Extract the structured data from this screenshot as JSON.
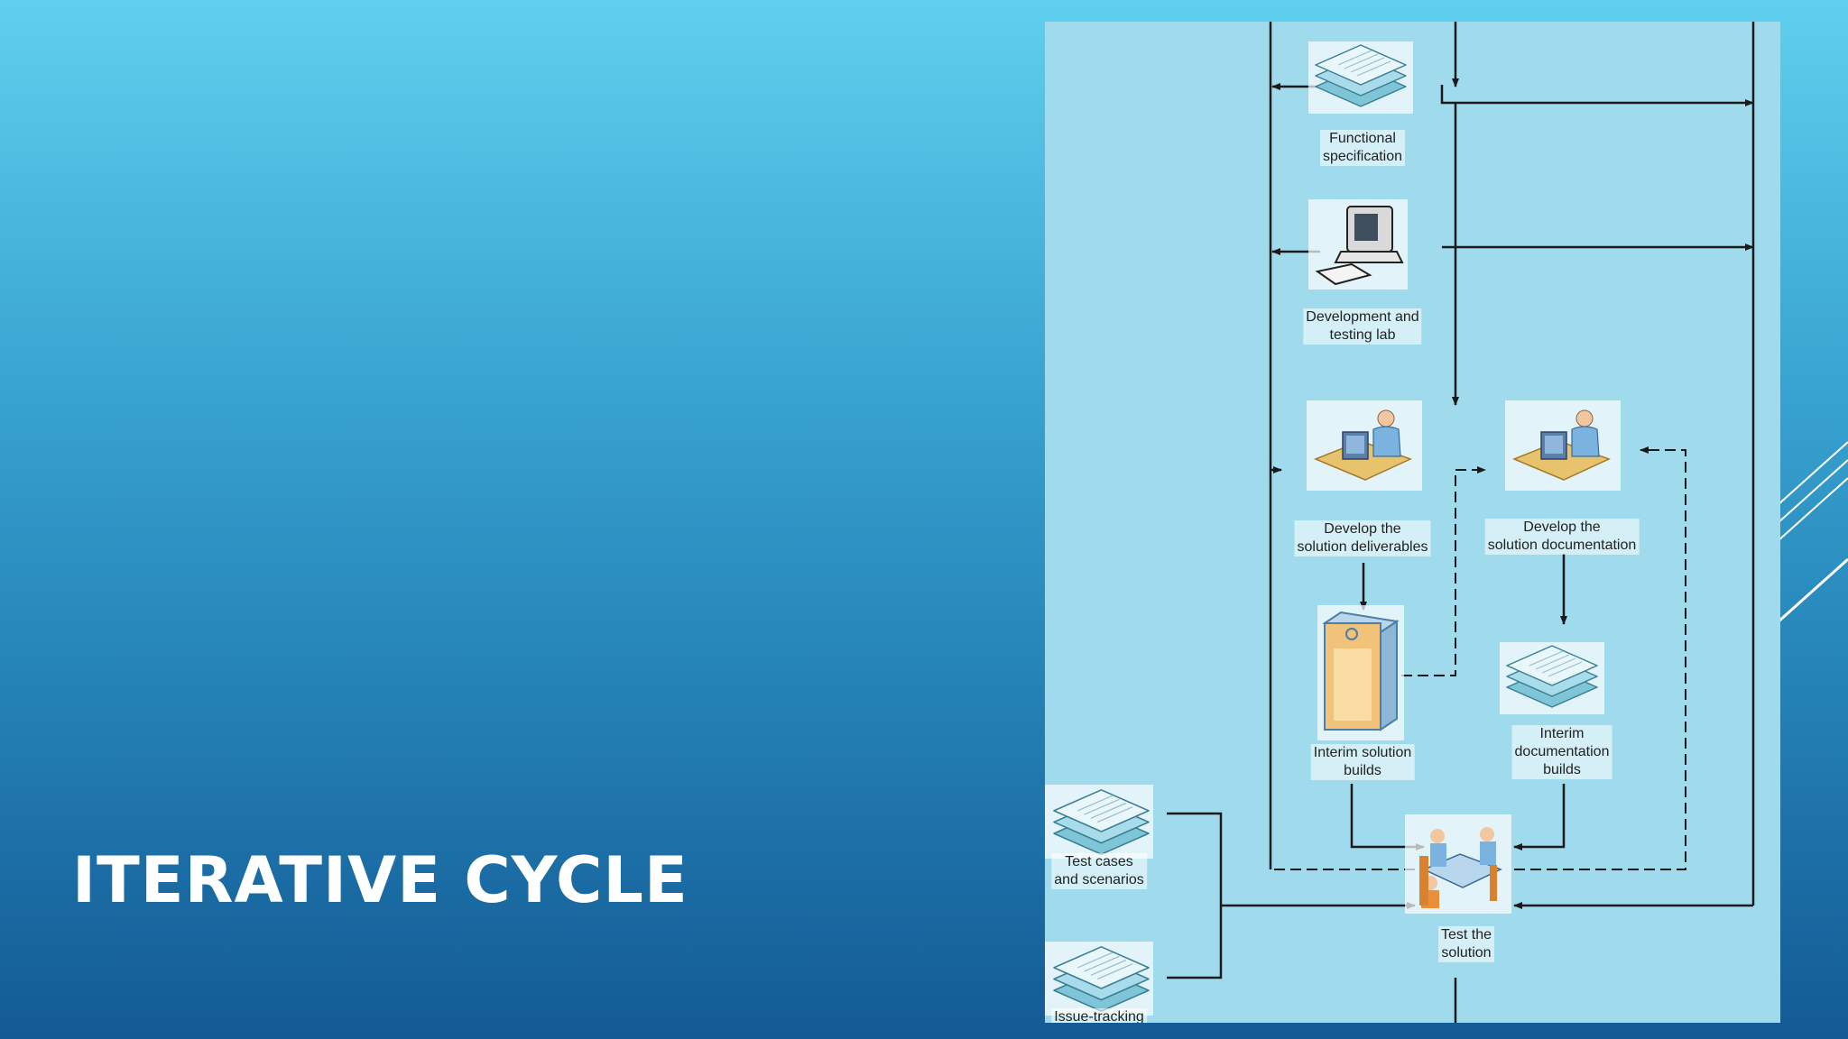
{
  "slide": {
    "title": "ITERATIVE CYCLE"
  },
  "diagram": {
    "nodes": {
      "functional_spec": {
        "line1": "Functional",
        "line2": "specification",
        "icon": "document-stack-icon"
      },
      "dev_lab": {
        "line1": "Development and",
        "line2": "testing lab",
        "icon": "computer-icon"
      },
      "develop_deliverables": {
        "line1": "Develop the",
        "line2": "solution deliverables",
        "icon": "developer-workstation-icon"
      },
      "develop_documentation": {
        "line1": "Develop the",
        "line2": "solution documentation",
        "icon": "developer-workstation-icon"
      },
      "interim_builds": {
        "line1": "Interim solution",
        "line2": "builds",
        "icon": "server-icon"
      },
      "interim_doc_builds": {
        "line1": "Interim",
        "line2": "documentation",
        "line3": "builds",
        "icon": "document-stack-icon"
      },
      "test_cases": {
        "line1": "Test cases",
        "line2": "and scenarios",
        "icon": "document-stack-icon"
      },
      "issue_tracking": {
        "line1": "Issue-tracking",
        "icon": "document-stack-icon"
      },
      "test_solution": {
        "line1": "Test the",
        "line2": "solution",
        "icon": "team-meeting-icon"
      }
    },
    "colors": {
      "background": "#9fdbec",
      "line": "#1a1a1a",
      "accent": "#ffffff"
    }
  }
}
